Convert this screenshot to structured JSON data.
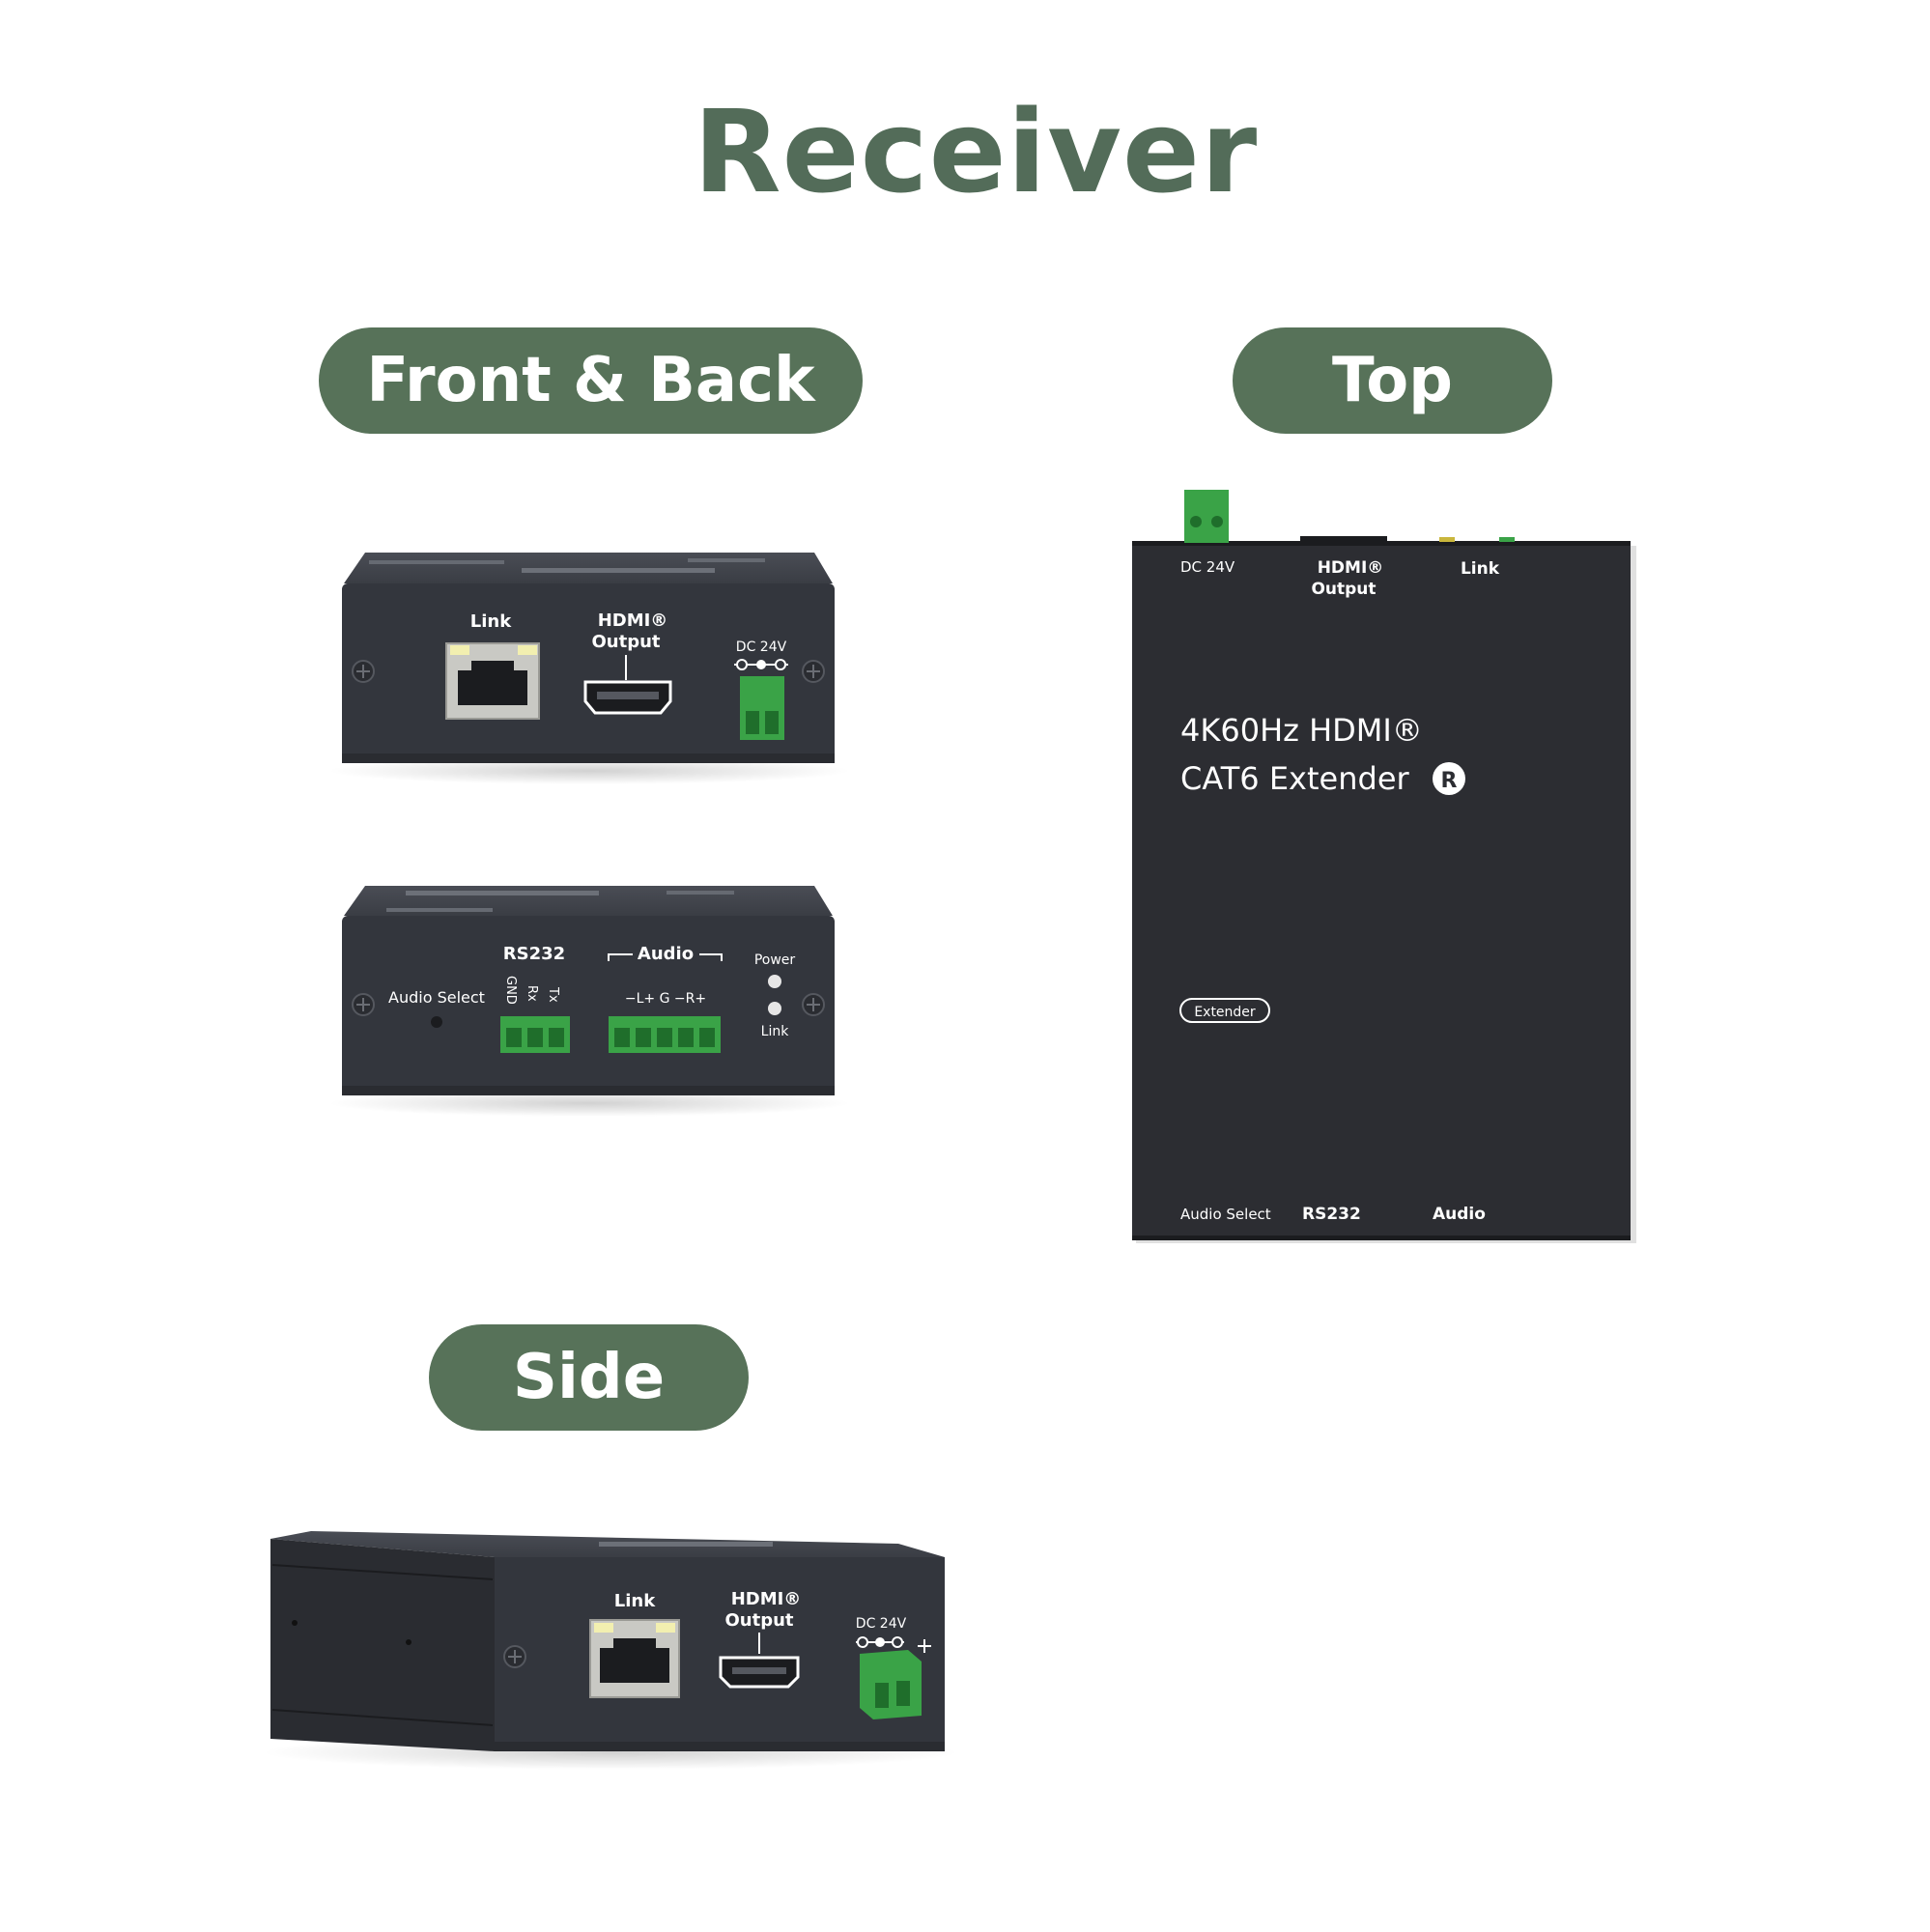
{
  "title": "Receiver",
  "sections": {
    "front_back": "Front & Back",
    "top": "Top",
    "side": "Side"
  },
  "front_panel": {
    "link": "Link",
    "hdmi": "HDMI®",
    "output": "Output",
    "dc": "DC 24V"
  },
  "back_panel": {
    "audio_select": "Audio Select",
    "rs232": "RS232",
    "rs232_pins": [
      "GND",
      "Rx",
      "Tx"
    ],
    "audio": "Audio",
    "audio_pins": "−L+  G  −R+",
    "power": "Power",
    "link": "Link"
  },
  "top_panel": {
    "dc": "DC 24V",
    "hdmi": "HDMI®",
    "output": "Output",
    "link": "Link",
    "product_line1": "4K60Hz HDMI®",
    "product_line2": "CAT6 Extender",
    "badge": "R",
    "extender_tag": "Extender",
    "audio_select": "Audio Select",
    "rs232": "RS232",
    "audio": "Audio"
  },
  "side_panel": {
    "link": "Link",
    "hdmi": "HDMI®",
    "output": "Output",
    "dc": "DC 24V"
  },
  "colors": {
    "title": "#536c59",
    "pill": "#577259",
    "device": "#33363d",
    "device_dark": "#2a2c31",
    "terminal_green": "#3aa347"
  }
}
